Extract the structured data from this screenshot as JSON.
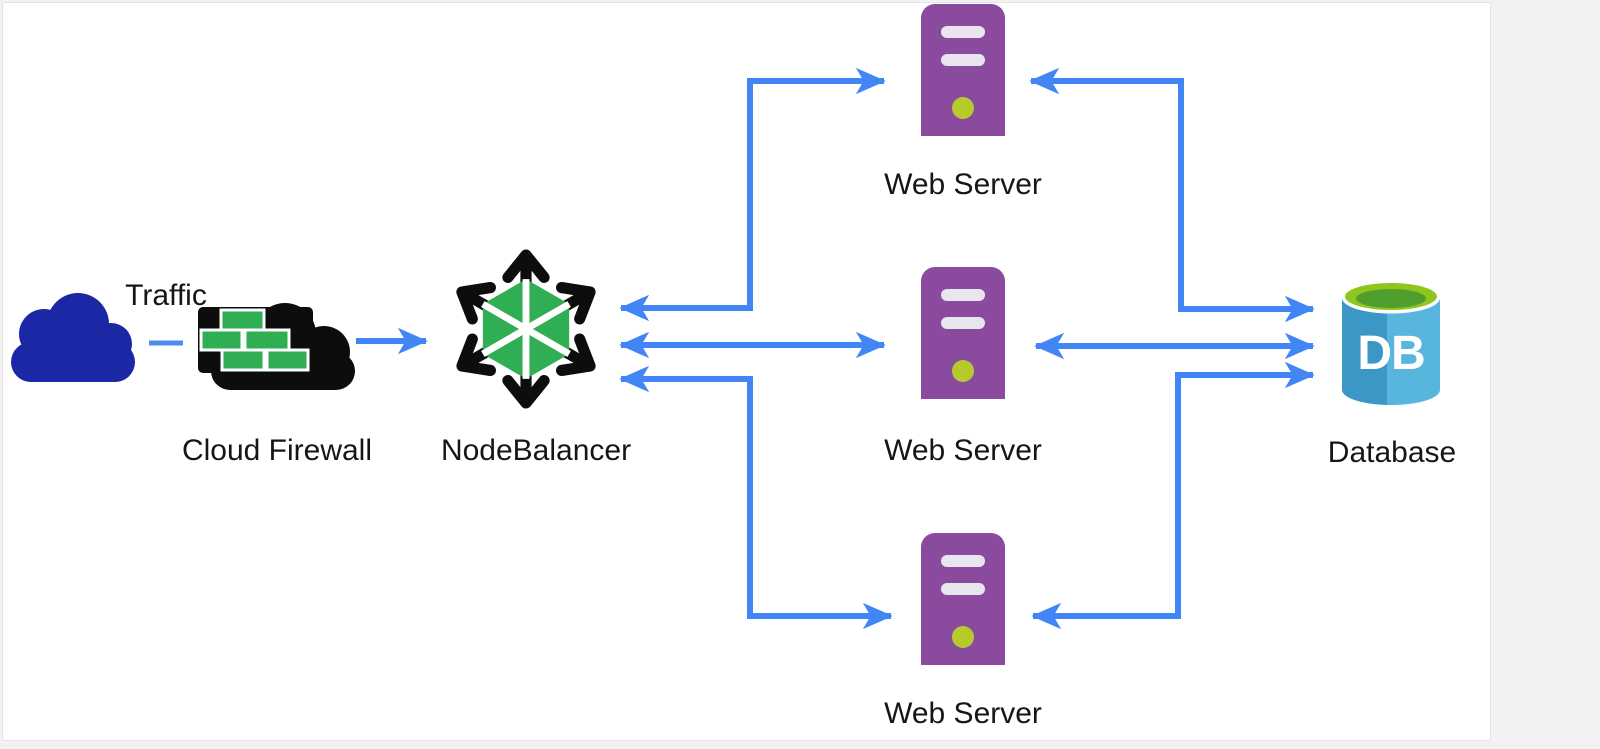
{
  "diagram": {
    "nodes": {
      "traffic": {
        "label": "Traffic"
      },
      "firewall": {
        "label": "Cloud Firewall"
      },
      "nodebalancer": {
        "label": "NodeBalancer"
      },
      "webserver1": {
        "label": "Web Server"
      },
      "webserver2": {
        "label": "Web Server"
      },
      "webserver3": {
        "label": "Web Server"
      },
      "database": {
        "label": "Database",
        "badge": "DB"
      }
    },
    "edges": [
      {
        "from": "traffic",
        "to": "firewall",
        "style": "dash",
        "arrows": "none"
      },
      {
        "from": "firewall",
        "to": "nodebalancer",
        "style": "solid",
        "arrows": "forward"
      },
      {
        "from": "nodebalancer",
        "to": "webserver1",
        "style": "solid",
        "arrows": "both"
      },
      {
        "from": "nodebalancer",
        "to": "webserver2",
        "style": "solid",
        "arrows": "both"
      },
      {
        "from": "nodebalancer",
        "to": "webserver3",
        "style": "solid",
        "arrows": "both"
      },
      {
        "from": "webserver1",
        "to": "database",
        "style": "solid",
        "arrows": "both"
      },
      {
        "from": "webserver2",
        "to": "database",
        "style": "solid",
        "arrows": "both"
      },
      {
        "from": "webserver3",
        "to": "database",
        "style": "solid",
        "arrows": "both"
      }
    ],
    "colors": {
      "arrow_blue": "#4285f4",
      "traffic_cloud_navy": "#1b27a4",
      "firewall_cloud_black": "#0d0d0d",
      "brick_green": "#2fae54",
      "nodebalancer_green": "#2fae54",
      "server_purple": "#8a4b9e",
      "server_slot": "#e9e5ef",
      "server_led": "#b6ca2c",
      "db_body_dark": "#3d97c6",
      "db_body_light": "#58b6de",
      "db_top_ring": "#8fc61d",
      "db_top_inner": "#4f9e2e",
      "page_background": "#f2f2f3",
      "label_text": "#161616"
    }
  }
}
